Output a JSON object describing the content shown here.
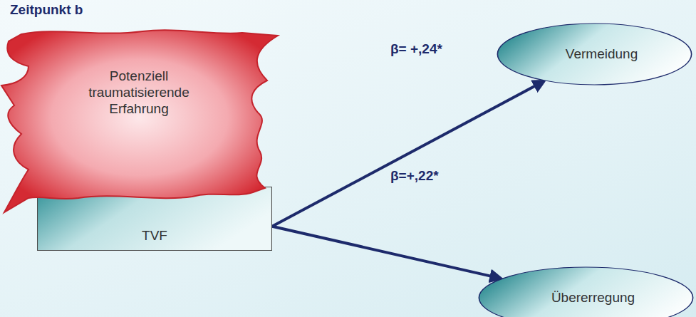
{
  "diagram": {
    "title": "Zeitpunkt b",
    "nodes": [
      {
        "text": [
          "Potenziell traumatisierende Erfahrung"
        ]
      },
      {
        "text": [
          "TVF"
        ]
      },
      {
        "text": [
          "Vermeidung"
        ]
      },
      {
        "text": [
          "Übererregung"
        ]
      }
    ],
    "edges": [
      {
        "from": 1,
        "to": 2,
        "arrow": "to",
        "label": "β= +,24*"
      },
      {
        "from": 1,
        "to": 3,
        "arrow": "to",
        "label": "β=+,22*"
      }
    ]
  }
}
